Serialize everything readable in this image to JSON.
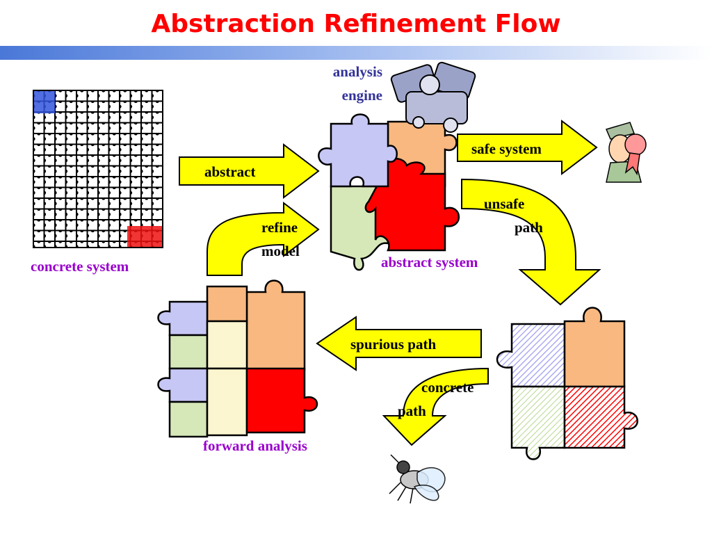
{
  "title": "Abstraction Refinement Flow",
  "labels": {
    "analysis_engine": [
      "analysis",
      "engine"
    ],
    "abstract": "abstract",
    "safe_system": "safe system",
    "unsafe_path": [
      "unsafe",
      "path"
    ],
    "refine_model": [
      "refine",
      "model"
    ],
    "abstract_system": "abstract system",
    "concrete_system": "concrete system",
    "spurious_path": "spurious path",
    "concrete_path": [
      "concrete",
      "path"
    ],
    "forward_analysis": "forward analysis"
  },
  "icons": {
    "engine": "engine-icon",
    "inspector": "inspector-with-ribbon-icon",
    "bug": "fly-bug-icon"
  },
  "colors": {
    "title": "#ff0000",
    "arrow_fill": "#ffff00",
    "piece_lavender": "#c7c7f5",
    "piece_orange": "#f8b880",
    "piece_red": "#ff0000",
    "piece_green": "#d6e8b8",
    "piece_cream": "#fbf6cf",
    "label_purple": "#9900cc",
    "label_blue": "#333399"
  }
}
